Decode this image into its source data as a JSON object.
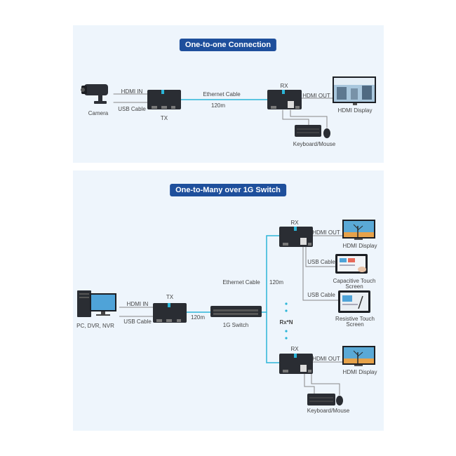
{
  "panel1": {
    "title": "One-to-one Connection",
    "camera_label": "Camera",
    "hdmi_in_label": "HDMI IN",
    "usb_cable_label": "USB Cable",
    "tx_label": "TX",
    "ethernet_label": "Ethernet Cable",
    "distance_label": "120m",
    "rx_label": "RX",
    "hdmi_out_label": "HDMI OUT",
    "display_label": "HDMI Display",
    "keyboard_label": "Keyboard/Mouse"
  },
  "panel2": {
    "title": "One-to-Many over 1G Switch",
    "source_label": "PC, DVR, NVR",
    "hdmi_in_label": "HDMI IN",
    "usb_cable_label": "USB Cable",
    "tx_label": "TX",
    "distance_tx_label": "120m",
    "switch_label": "1G Switch",
    "ethernet_label": "Ethernet Cable",
    "distance_label": "120m",
    "rxn_label": "Rx*N",
    "rx_top_label": "RX",
    "hdmi_out_top_label": "HDMI OUT",
    "display_top_label": "HDMI  Display",
    "usb_cable_a_label": "USB Cable",
    "capacitive_label_1": "Capacitive Touch",
    "capacitive_label_2": "Screen",
    "usb_cable_b_label": "USB Cable",
    "resistive_label_1": "Resistive Touch",
    "resistive_label_2": "Screen",
    "rx_bottom_label": "RX",
    "hdmi_out_bottom_label": "HDMI OUT",
    "display_bottom_label": "HDMI  Display",
    "keyboard_label": "Keyboard/Mouse"
  },
  "colors": {
    "panel_bg": "#eef5fc",
    "title_bg": "#1e4f9c",
    "ethernet": "#2bb5d8",
    "device": "#2a2d33"
  }
}
